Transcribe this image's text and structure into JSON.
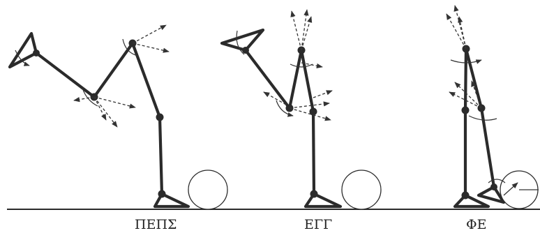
{
  "figure": {
    "labels": {
      "left": "ΠΕΠΣ",
      "middle": "ΕΓΓ",
      "right": "ΦΕ"
    },
    "colors": {
      "ink": "#2b2b2b",
      "background": "#ffffff"
    }
  }
}
